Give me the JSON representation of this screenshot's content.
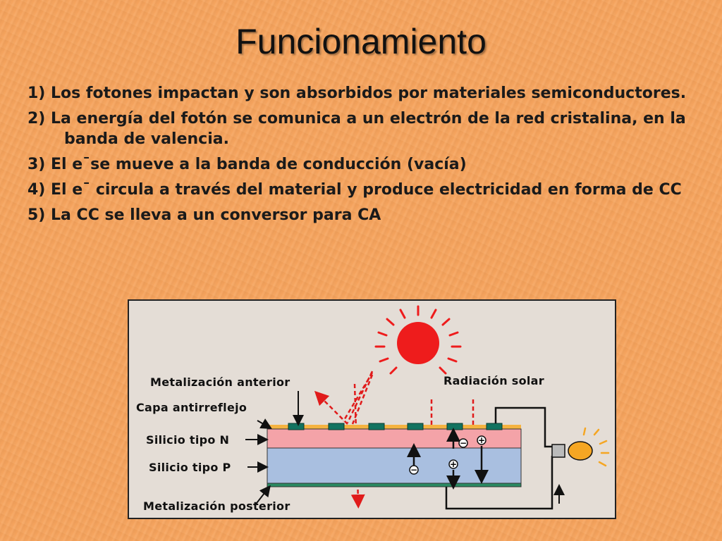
{
  "slide": {
    "title": "Funcionamiento",
    "steps": [
      "1) Los fotones impactan y son absorbidos por materiales semiconductores.",
      "2) La energía del fotón se comunica a un electrón de la red cristalina, en la banda de valencia.",
      "3) El e¯se mueve a la banda de conducción (vacía)",
      "4) El e¯ circula a través del material y produce electricidad en forma de CC",
      "5) La CC se lleva a un conversor para CA"
    ]
  },
  "diagram": {
    "labels": {
      "metalizacion_anterior": "Metalización anterior",
      "capa_antirreflejo": "Capa antirreflejo",
      "silicio_n": "Silicio tipo N",
      "silicio_p": "Silicio tipo P",
      "metalizacion_posterior": "Metalización posterior",
      "radiacion_solar": "Radiación solar"
    },
    "colors": {
      "sun": "#ee1c1c",
      "rays": "#ee1c1c",
      "layer_n": "#f4a3a8",
      "layer_p": "#a9bfe0",
      "contacts": "#127360",
      "bulb": "#f5a623"
    }
  }
}
